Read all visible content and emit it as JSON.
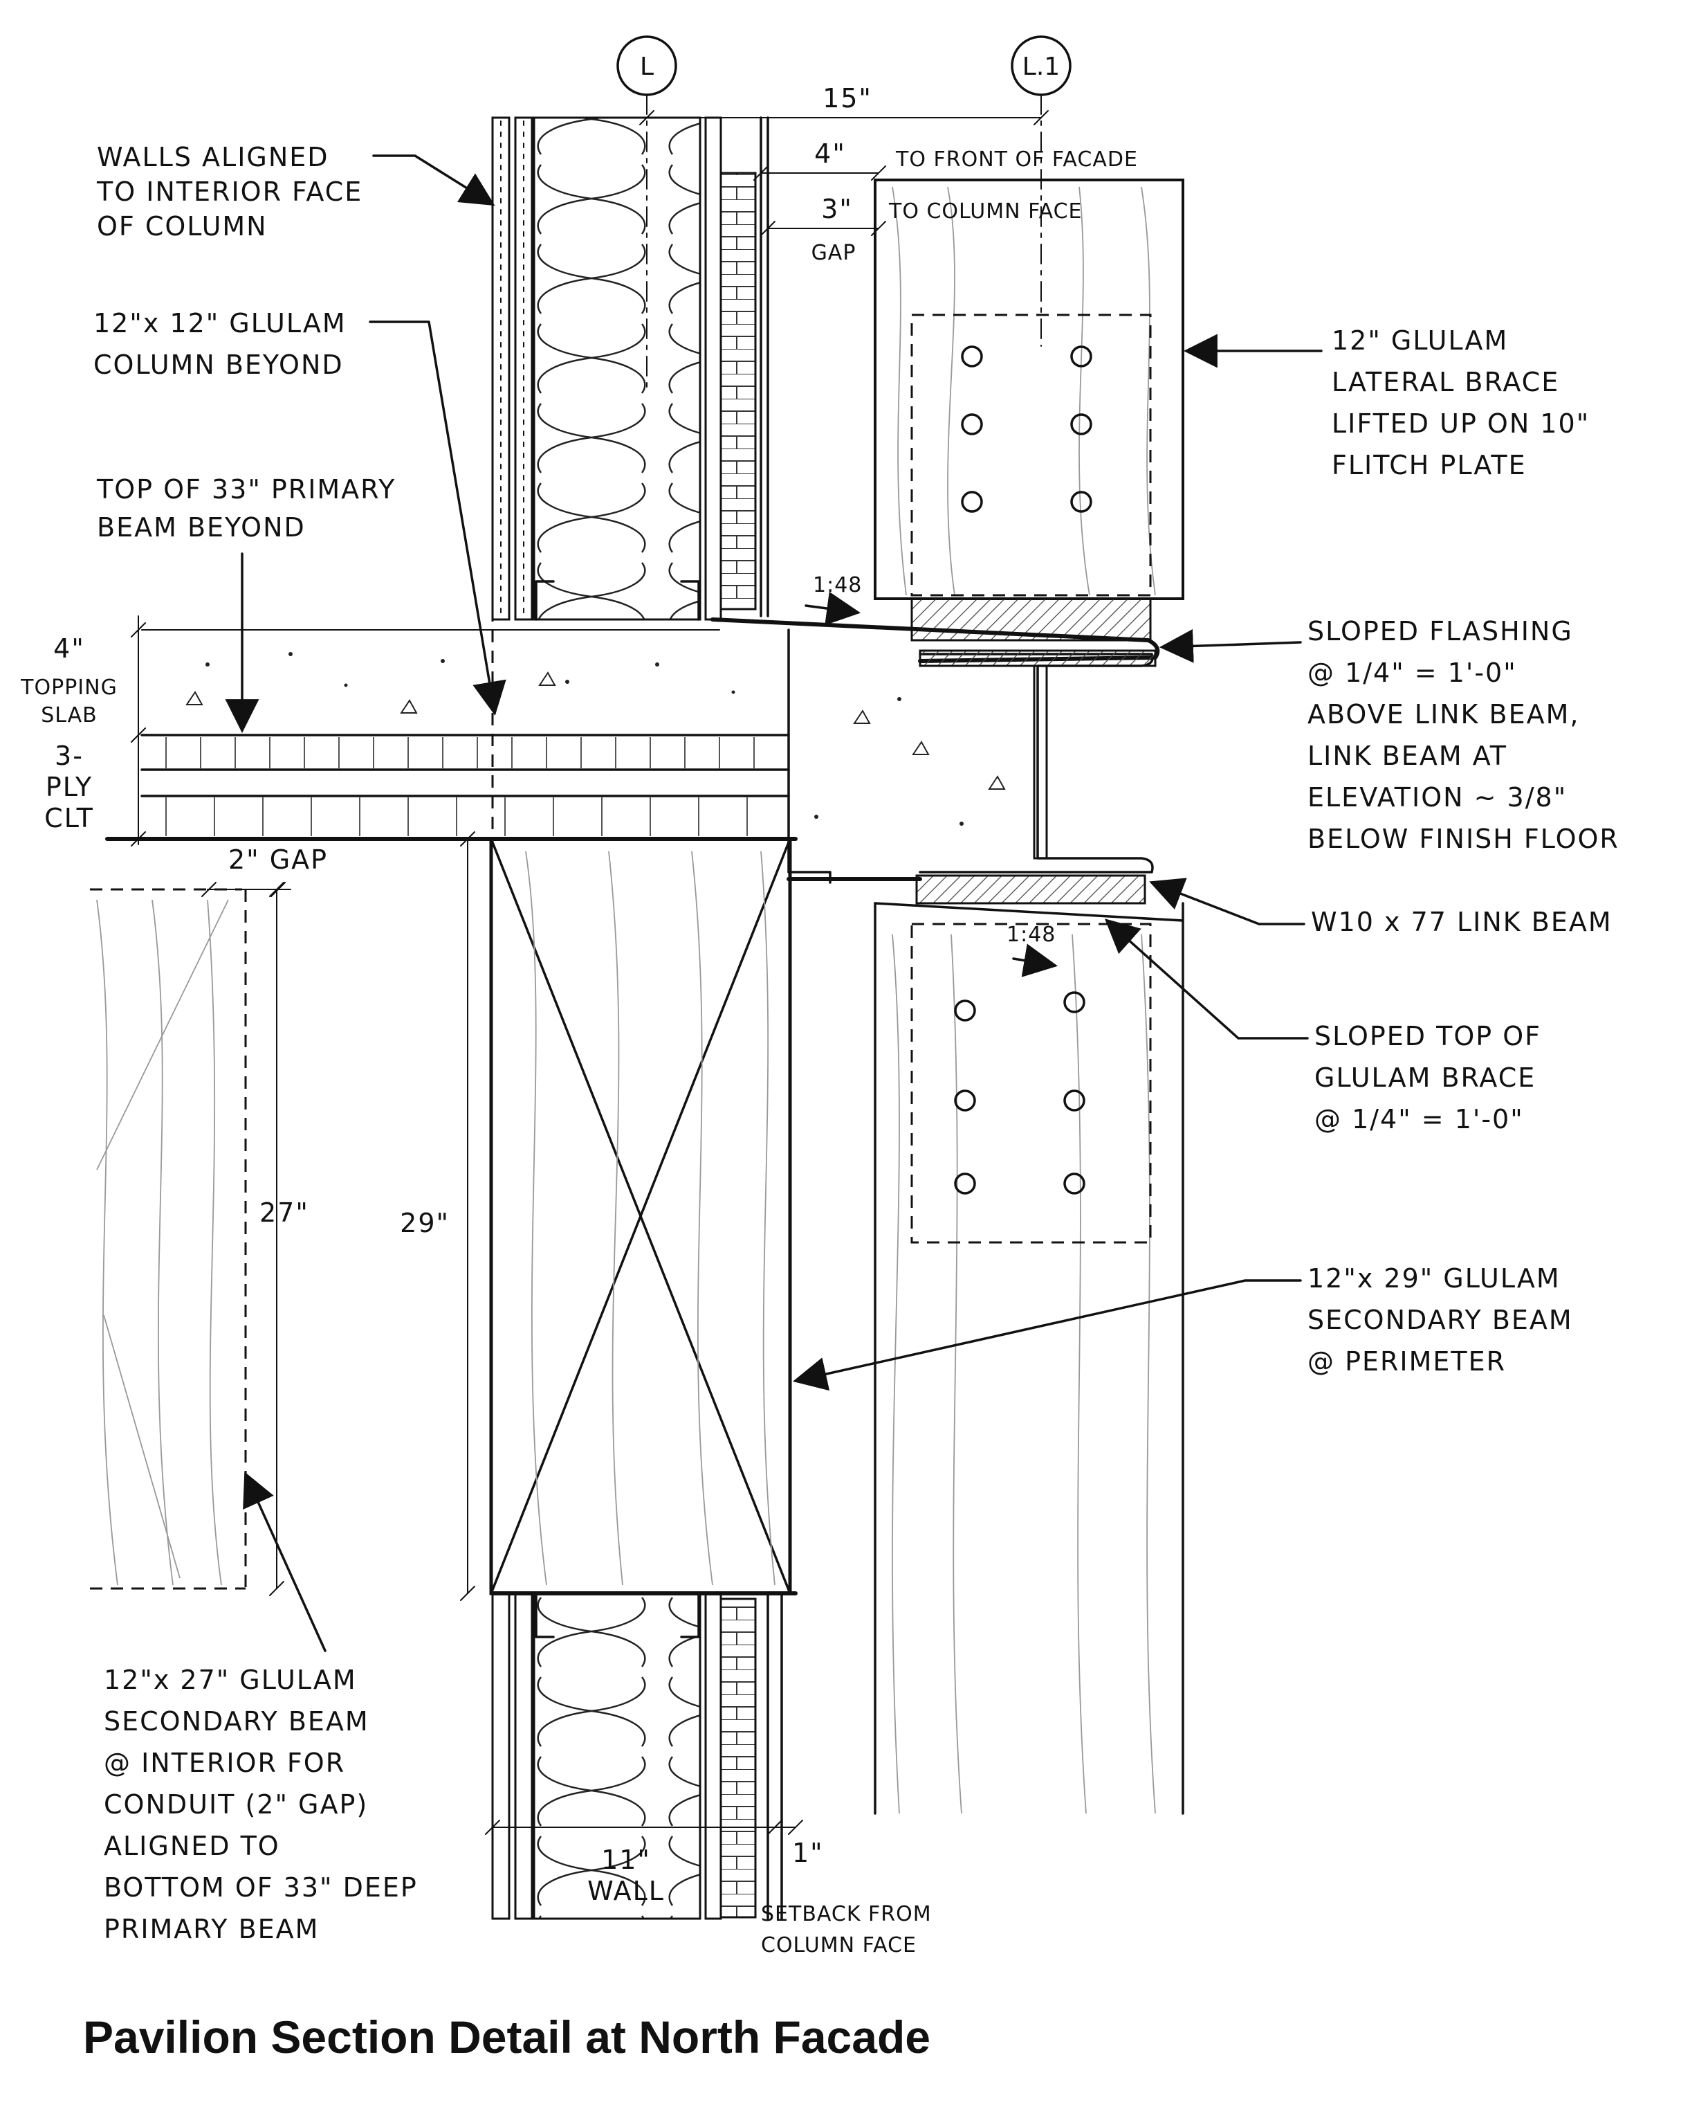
{
  "title": "Pavilion Section Detail at North Facade",
  "grid_lines": {
    "left": "L",
    "right": "L.1"
  },
  "dimensions": {
    "grid_spacing": "15\"",
    "front_of_facade": "4\"",
    "column_face_gap": "3\"",
    "gap_word": "GAP",
    "conduit_gap": "2\" GAP",
    "interior_beam_depth": "27\"",
    "perimeter_beam_depth": "29\"",
    "wall_thickness": "11\"",
    "wall_word": "WALL",
    "setback": "1\"",
    "slab_thickness": "4\"",
    "slab_label": [
      "TOPPING",
      "SLAB"
    ],
    "clt_label": [
      "3-",
      "PLY",
      "CLT"
    ]
  },
  "slopes": {
    "flashing": "1:48",
    "brace": "1:48"
  },
  "notes": {
    "to_front_facade": "TO FRONT OF FACADE",
    "to_column_face": "TO COLUMN FACE",
    "walls_aligned": [
      "WALLS ALIGNED",
      "TO INTERIOR FACE",
      "OF COLUMN"
    ],
    "column_beyond": [
      "12\"x 12\" GLULAM",
      "COLUMN BEYOND"
    ],
    "primary_beam": [
      "TOP OF 33\" PRIMARY",
      "BEAM BEYOND"
    ],
    "lateral_brace": [
      "12\" GLULAM",
      "LATERAL BRACE",
      "LIFTED UP ON 10\"",
      "FLITCH PLATE"
    ],
    "sloped_flashing": [
      "SLOPED FLASHING",
      "@ 1/4\" = 1'-0\"",
      "ABOVE LINK BEAM,",
      "LINK BEAM AT",
      "ELEVATION ~ 3/8\"",
      "BELOW FINISH FLOOR"
    ],
    "link_beam": "W10 x 77 LINK BEAM",
    "sloped_top": [
      "SLOPED TOP OF",
      "GLULAM BRACE",
      "@ 1/4\" = 1'-0\""
    ],
    "secondary_perimeter": [
      "12\"x 29\" GLULAM",
      "SECONDARY BEAM",
      "@ PERIMETER"
    ],
    "secondary_interior": [
      "12\"x 27\" GLULAM",
      "SECONDARY BEAM",
      "@ INTERIOR FOR",
      "CONDUIT (2\" GAP)",
      "ALIGNED TO",
      "BOTTOM OF 33\" DEEP",
      "PRIMARY BEAM"
    ],
    "setback_note": [
      "SETBACK FROM",
      "COLUMN FACE"
    ]
  }
}
